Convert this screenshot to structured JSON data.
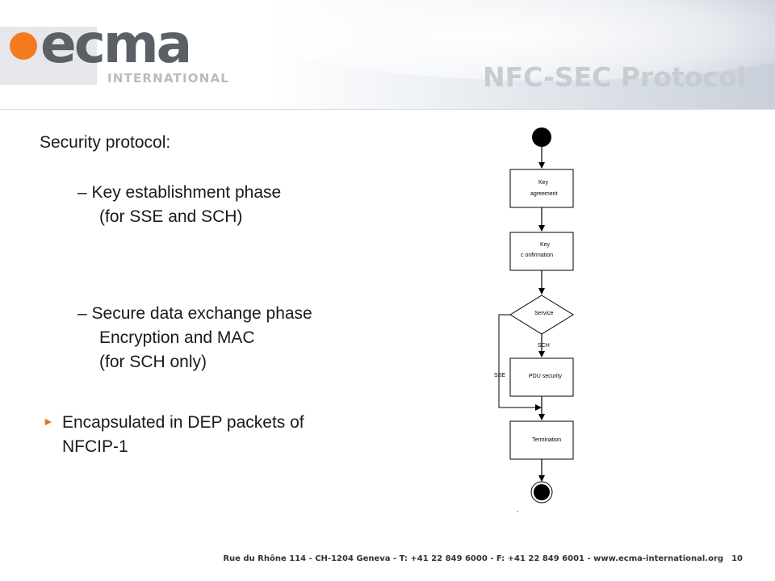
{
  "header": {
    "logo_text": "ecma",
    "logo_subtext": "INTERNATIONAL",
    "title": "NFC-SEC Protocol"
  },
  "content": {
    "heading": "Security protocol:",
    "items": [
      {
        "dash": "–",
        "line1": "Key establishment phase",
        "line2": "(for SSE and SCH)"
      },
      {
        "dash": "–",
        "line1": "Secure data exchange phase",
        "line2": "Encryption and MAC",
        "line3": "(for SCH only)"
      }
    ],
    "bullet": {
      "line1": "Encapsulated in DEP packets of",
      "line2": "NFCIP-1"
    }
  },
  "diagram": {
    "key_agreement_1": "Key",
    "key_agreement_2": "agreement",
    "key_confirmation_1": "Key",
    "key_confirmation_2": "c  onfirmation",
    "service": "Service",
    "sch": "SCH",
    "sse": "SSE",
    "pdu_security": "PDU security",
    "termination": "Termination",
    "dash_mark": "-"
  },
  "footer": {
    "address": "Rue du Rhône 114 - CH-1204 Geneva - T: +41 22 849 6000 - F: +41 22 849 6001 - www.ecma-international.org",
    "page": "10"
  },
  "colors": {
    "accent_orange": "#f47a20",
    "title_gray": "#c7ccd3"
  }
}
